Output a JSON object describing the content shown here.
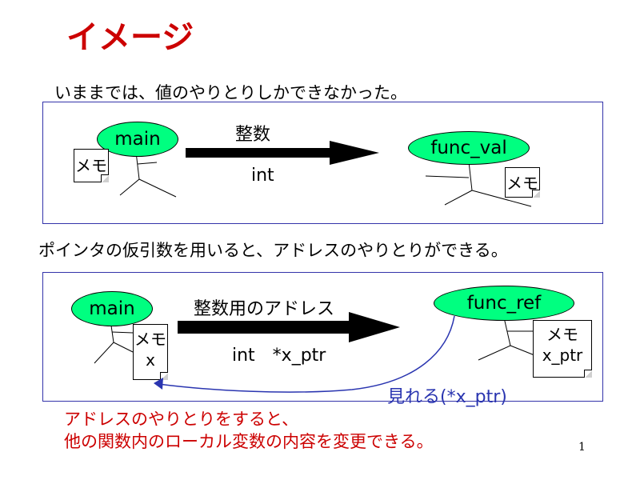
{
  "title": "イメージ",
  "section1": {
    "caption": "いままでは、値のやりとりしかできなかった。",
    "caller": "main",
    "callee": "func_val",
    "arrow_top_label": "整数",
    "arrow_bottom_label": "int",
    "caller_memo": "メモ",
    "callee_memo": "メモ"
  },
  "section2": {
    "caption": "ポインタの仮引数を用いると、アドレスのやりとりができる。",
    "caller": "main",
    "callee": "func_ref",
    "arrow_top_label": "整数用のアドレス",
    "arrow_bottom_label": "int　*x_ptr",
    "caller_memo_line1": "メモ",
    "caller_memo_line2": "x",
    "callee_memo_line1": "メモ",
    "callee_memo_line2": "x_ptr",
    "back_arrow_label": "見れる(*x_ptr)"
  },
  "conclusion": {
    "line1": "アドレスのやりとりをすると、",
    "line2": "他の関数内のローカル変数の内容を変更できる。"
  },
  "page_number": "1",
  "colors": {
    "title": "#cc0000",
    "node_fill": "#00ff80",
    "panel_border": "#3333aa",
    "back_arrow": "#2a35b0",
    "conclusion": "#cc0000"
  }
}
